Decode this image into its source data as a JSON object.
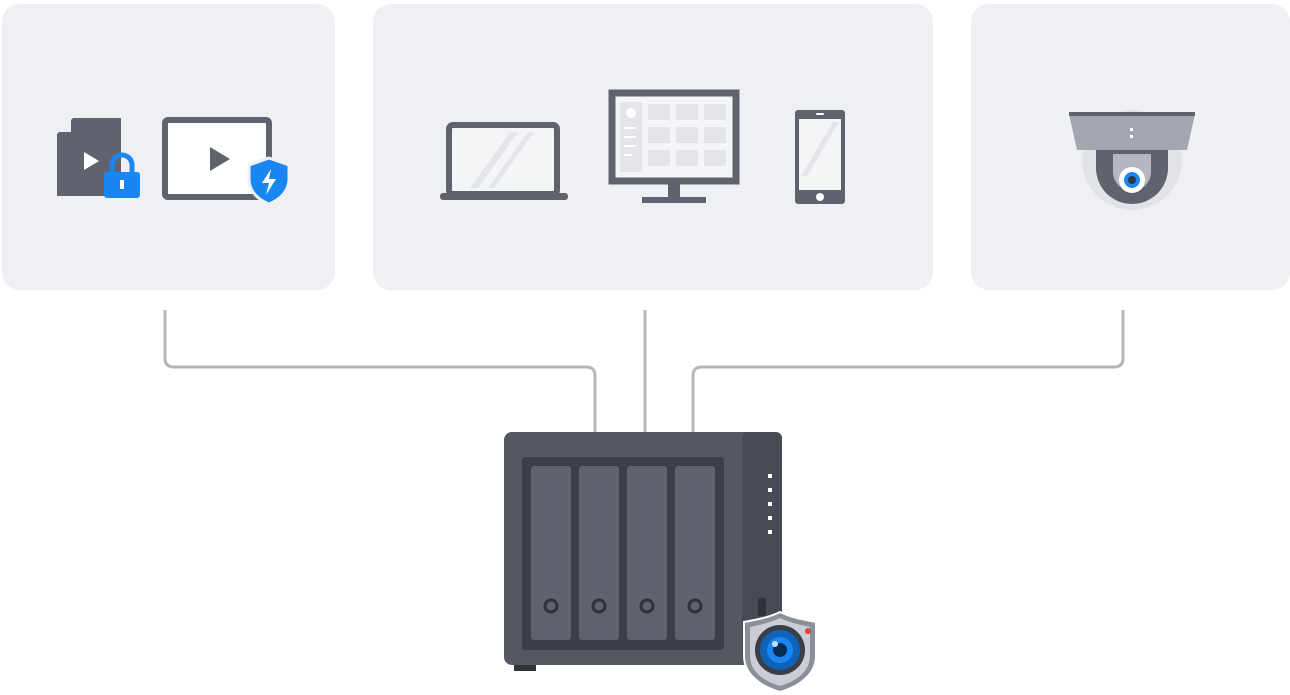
{
  "diagram": {
    "groups": [
      {
        "id": "media",
        "icons": [
          "protected-video-file-icon",
          "video-player-shield-icon"
        ]
      },
      {
        "id": "clients",
        "icons": [
          "laptop-icon",
          "desktop-monitor-icon",
          "smartphone-icon"
        ]
      },
      {
        "id": "surveillance",
        "icons": [
          "dome-camera-icon"
        ]
      }
    ],
    "hub": {
      "icons": [
        "nas-server-icon",
        "surveillance-station-badge-icon"
      ],
      "drive_bays": 4
    },
    "colors": {
      "panel": "#eff0f4",
      "icon_dark": "#5f636e",
      "accent_blue": "#1a86f2",
      "connector": "#b4b6b9",
      "nas_body": "#545861"
    }
  }
}
